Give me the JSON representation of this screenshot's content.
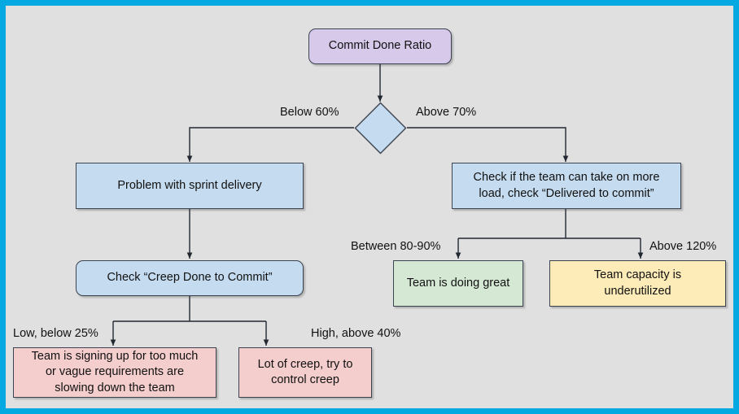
{
  "diagram": {
    "title": "Commit Done Ratio decision flowchart",
    "frame_color": "#03a9e0",
    "background_color": "#e0e0e0",
    "nodes": [
      {
        "id": "commit-done-ratio",
        "label": "Commit Done Ratio",
        "shape": "rounded-rectangle",
        "fill": "#d6c9ea",
        "stroke": "#3b4250"
      },
      {
        "id": "decision",
        "label": "",
        "shape": "diamond",
        "fill": "#c5dcf0",
        "stroke": "#3b4250"
      },
      {
        "id": "problem-sprint-delivery",
        "label": "Problem with sprint delivery",
        "shape": "rectangle",
        "fill": "#c5dcf0",
        "stroke": "#3b4250"
      },
      {
        "id": "check-team-load",
        "line1": "Check if the team can take on more",
        "line2": "load, check “Delivered to commit”",
        "shape": "rectangle",
        "fill": "#c5dcf0",
        "stroke": "#3b4250"
      },
      {
        "id": "check-creep-done-to-commit",
        "label": "Check “Creep Done to Commit”",
        "shape": "rounded-rectangle",
        "fill": "#c5dcf0",
        "stroke": "#3b4250"
      },
      {
        "id": "team-doing-great",
        "label": "Team is doing great",
        "shape": "rectangle",
        "fill": "#d5e8d4",
        "stroke": "#3b4250"
      },
      {
        "id": "team-capacity-underutilized",
        "line1": "Team capacity is",
        "line2": "underutilized",
        "shape": "rectangle",
        "fill": "#fdebb8",
        "stroke": "#3b4250"
      },
      {
        "id": "team-signing-up-too-much",
        "line1": "Team is signing up for too much",
        "line2": "or vague requirements are",
        "line3": "slowing down the team",
        "shape": "rectangle",
        "fill": "#f4cdcd",
        "stroke": "#3b4250"
      },
      {
        "id": "lot-of-creep",
        "line1": "Lot of creep, try to",
        "line2": "control creep",
        "shape": "rectangle",
        "fill": "#f4cdcd",
        "stroke": "#3b4250"
      }
    ],
    "edge_labels": {
      "below_60": "Below 60%",
      "above_70": "Above 70%",
      "between_80_90": "Between 80-90%",
      "above_120": "Above 120%",
      "low_below_25": "Low, below 25%",
      "high_above_40": "High, above 40%"
    }
  }
}
